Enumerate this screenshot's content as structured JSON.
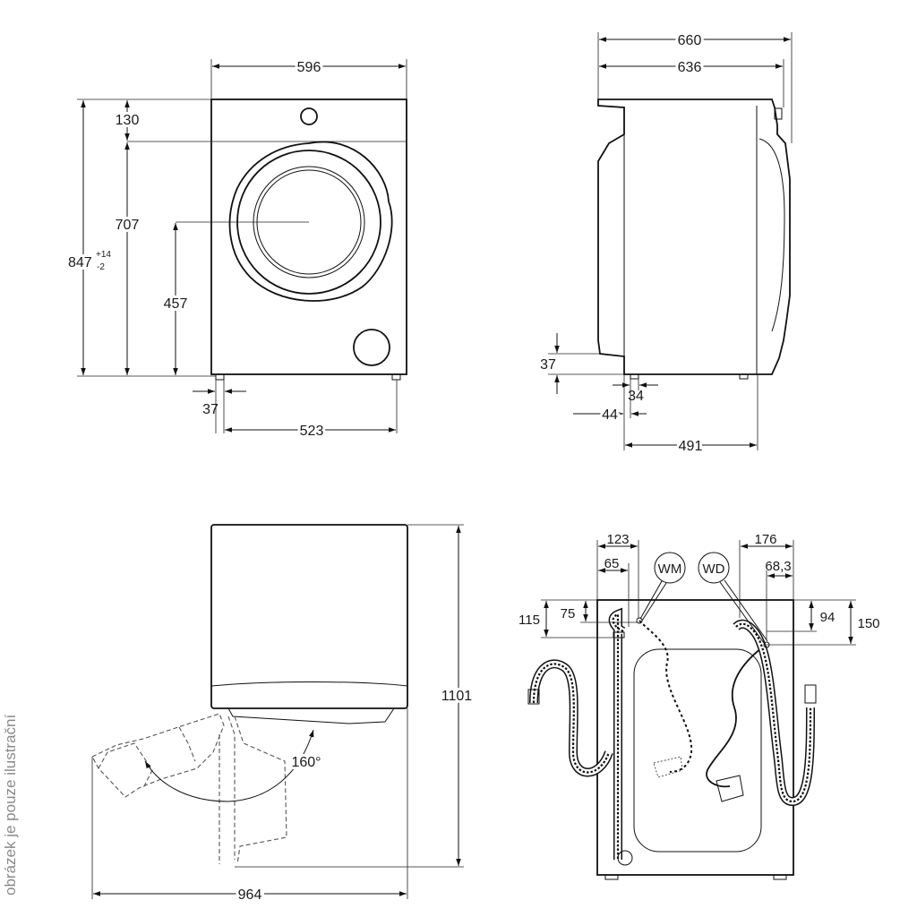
{
  "front_view": {
    "width": "596",
    "top_band": "130",
    "door_center_height": "707",
    "door_bottom_height": "457",
    "total_height": "847",
    "total_height_tol_plus": "+14",
    "total_height_tol_minus": "-2",
    "foot_offset": "37",
    "foot_spacing": "523"
  },
  "side_view": {
    "total_depth": "660",
    "body_depth": "636",
    "foot_height": "37",
    "foot_inset": "34",
    "rear_offset": "44",
    "foot_spacing": "491"
  },
  "top_view": {
    "total_height": "1101",
    "door_angle": "160°",
    "total_width": "964"
  },
  "rear_view": {
    "wm_label": "WM",
    "wd_label": "WD",
    "wm_horizontal_outer": "123",
    "wm_horizontal_inner": "65",
    "wd_horizontal_outer": "176",
    "wd_horizontal_inner": "68,3",
    "wm_vertical_outer": "115",
    "wm_vertical_inner": "75",
    "wd_vertical_inner": "94",
    "wd_vertical_outer": "150"
  },
  "watermark": "obrázek je pouze ilustrační"
}
